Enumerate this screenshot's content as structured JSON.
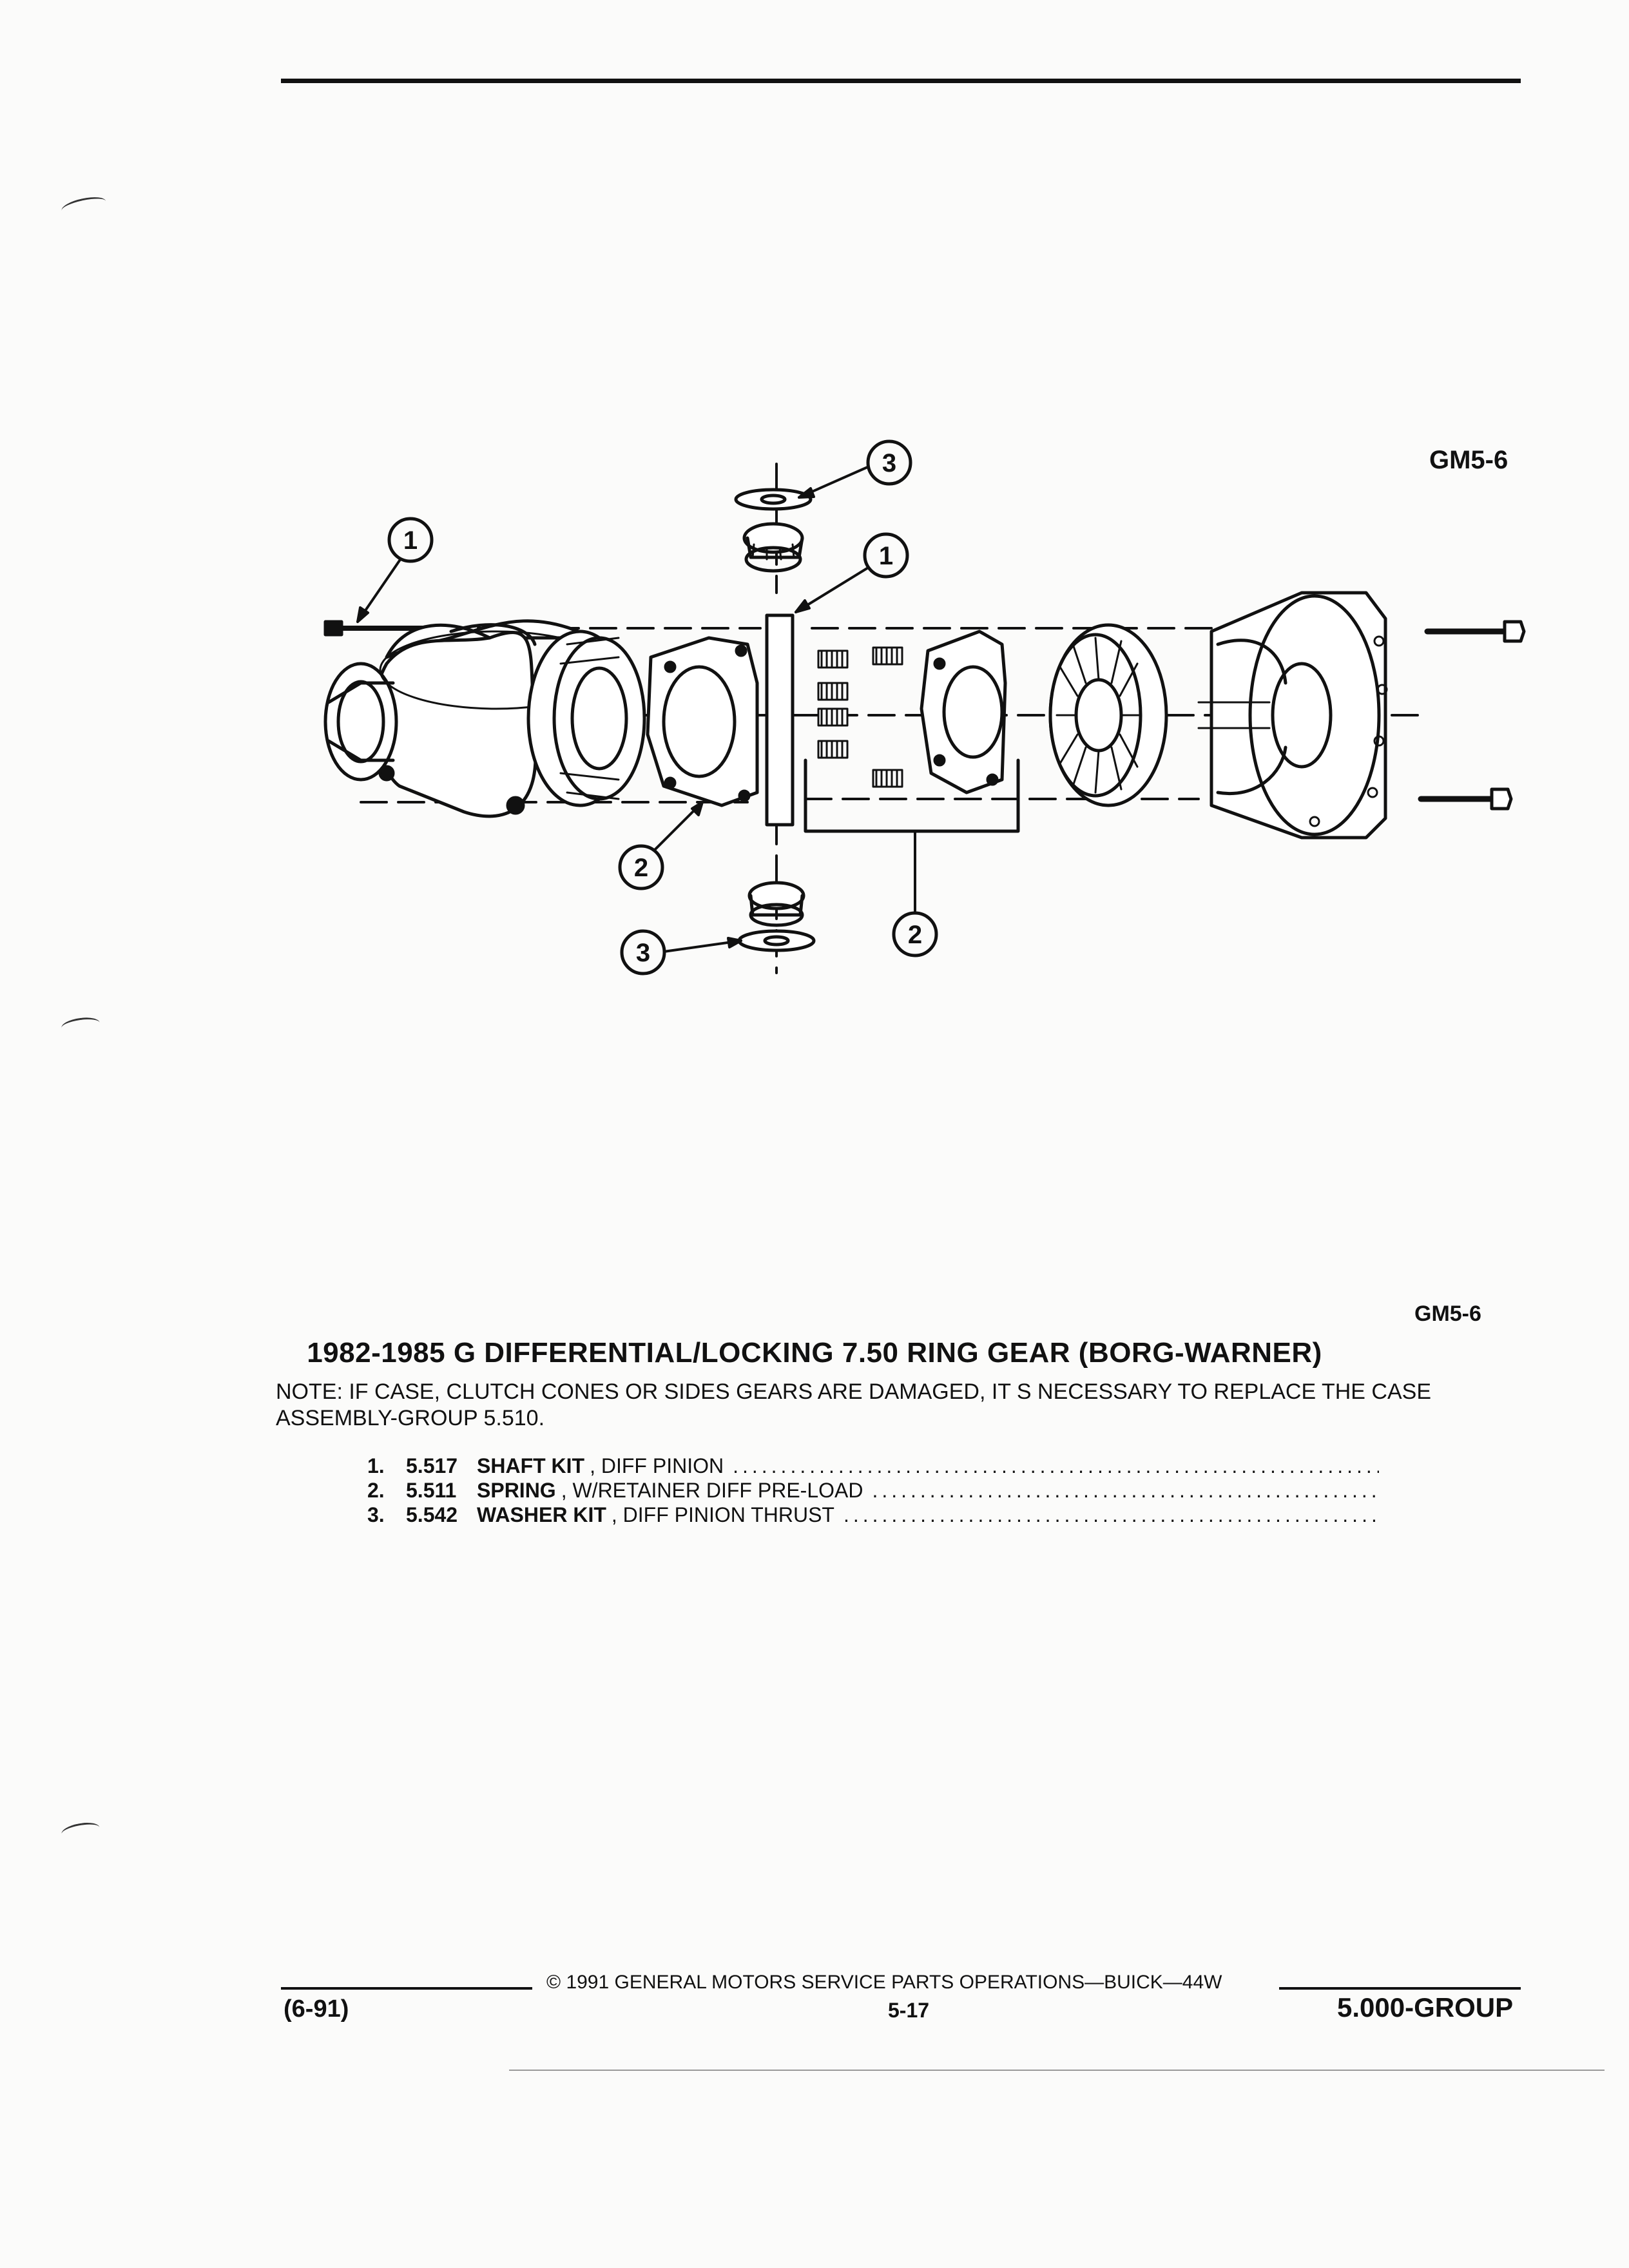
{
  "figure_tag_top": "GM5-6",
  "figure_tag_bottom": "GM5-6",
  "callouts": {
    "c1a": "1",
    "c1b": "1",
    "c2a": "2",
    "c2b": "2",
    "c3a": "3",
    "c3b": "3"
  },
  "title": "1982-1985 G DIFFERENTIAL/LOCKING 7.50 RING GEAR (BORG-WARNER)",
  "note_line1": "NOTE:  IF CASE, CLUTCH CONES OR SIDES GEARS ARE DAMAGED, IT S NECESSARY TO REPLACE THE CASE",
  "note_line2": "ASSEMBLY-GROUP 5.510.",
  "parts": [
    {
      "num": "1.",
      "group": "5.517",
      "name": "SHAFT KIT",
      "desc": ", DIFF PINION"
    },
    {
      "num": "2.",
      "group": "5.511",
      "name": "SPRING",
      "desc": ", W/RETAINER DIFF PRE-LOAD"
    },
    {
      "num": "3.",
      "group": "5.542",
      "name": "WASHER KIT",
      "desc": ", DIFF PINION THRUST"
    }
  ],
  "footer": {
    "copyright": "©  1991  GENERAL MOTORS SERVICE PARTS OPERATIONS—BUICK—44W",
    "date": "(6-91)",
    "page": "5-17",
    "group": "5.000-GROUP"
  }
}
